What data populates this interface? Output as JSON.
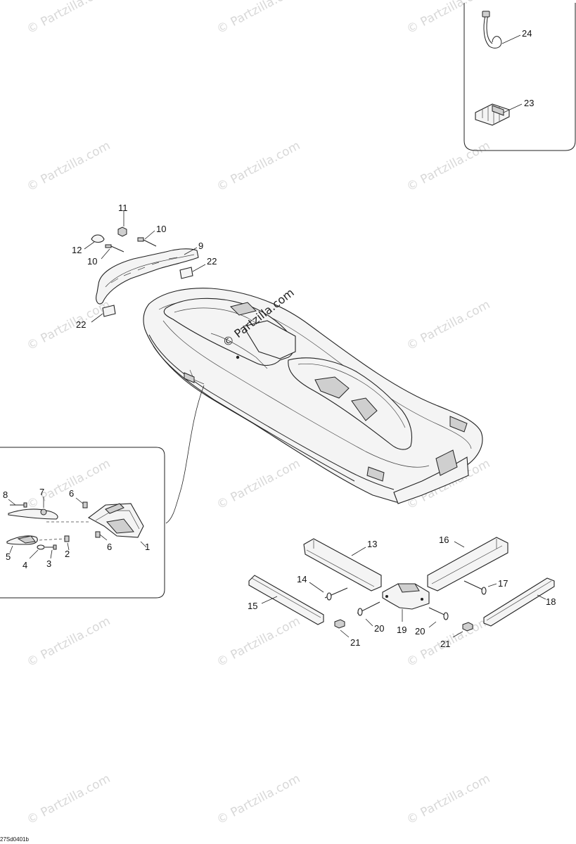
{
  "watermark": "© Partzilla.com",
  "center_watermark": "© Partzilla.com",
  "drawing_code": "27Sd0401b",
  "callouts": {
    "p1": "1",
    "p2": "2",
    "p3": "3",
    "p4": "4",
    "p5": "5",
    "p6a": "6",
    "p6b": "6",
    "p7": "7",
    "p8": "8",
    "p9": "9",
    "p10a": "10",
    "p10b": "10",
    "p11": "11",
    "p12": "12",
    "p13": "13",
    "p14": "14",
    "p15": "15",
    "p16": "16",
    "p17": "17",
    "p18": "18",
    "p19": "19",
    "p20a": "20",
    "p20b": "20",
    "p21a": "21",
    "p21b": "21",
    "p22a": "22",
    "p22b": "22",
    "p23": "23",
    "p24": "24"
  }
}
